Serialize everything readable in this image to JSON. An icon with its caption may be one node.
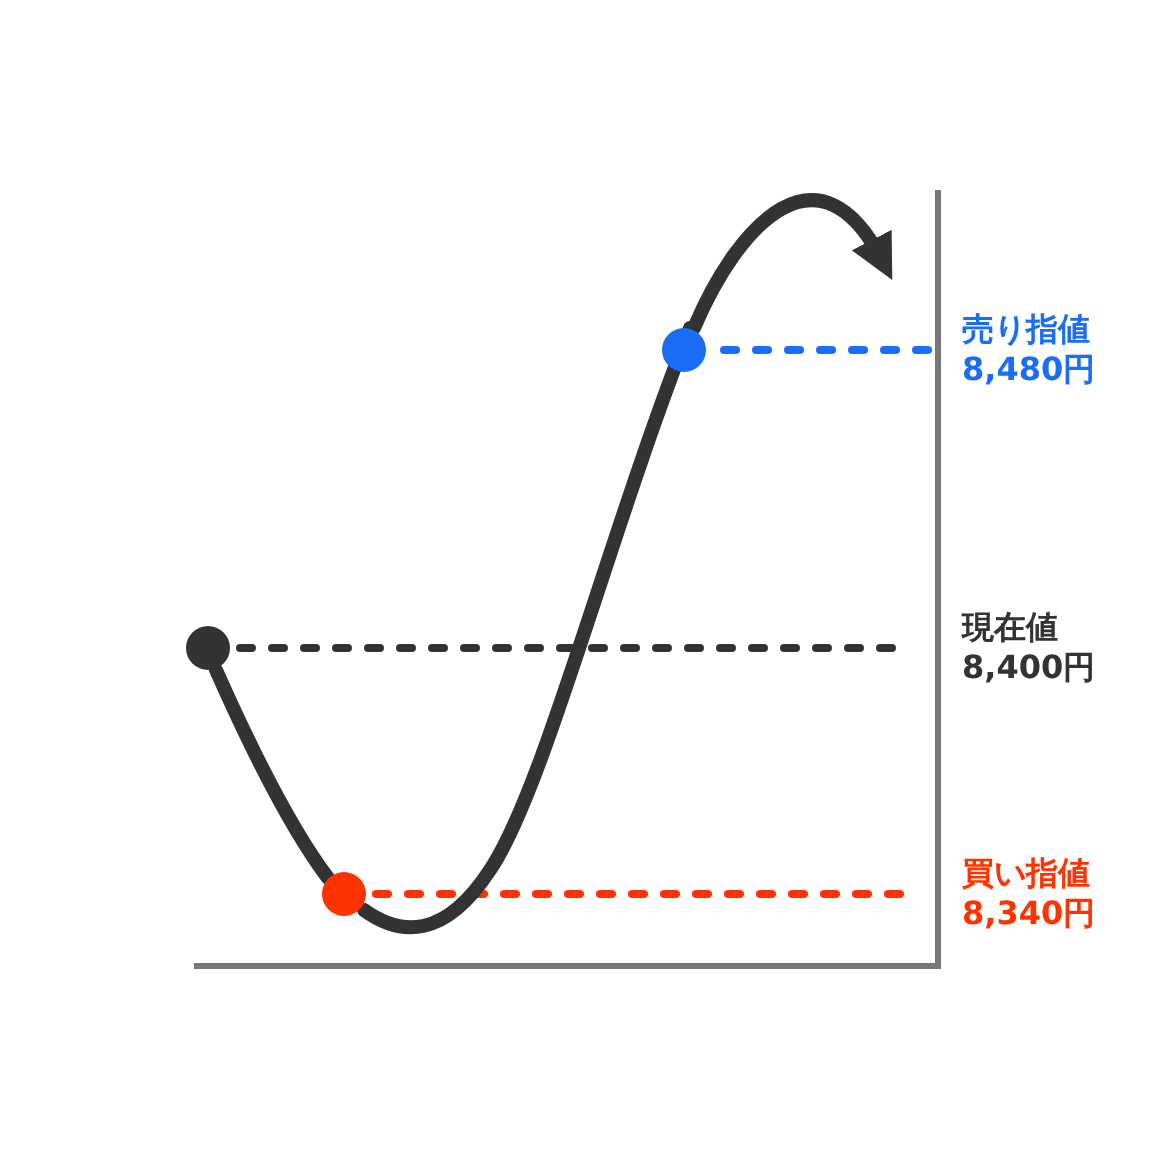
{
  "diagram": {
    "nodes": [
      {
        "text": [],
        "shape": "circle",
        "beside": [
          "現在値",
          "8,400円"
        ]
      },
      {
        "text": [],
        "shape": "circle",
        "beside": [
          "買い指値",
          "8,340円"
        ]
      },
      {
        "text": [],
        "shape": "circle",
        "beside": [
          "売り指値",
          "8,480円"
        ]
      }
    ],
    "edges": [
      {
        "from": 0,
        "to": 1,
        "arrow": "none"
      },
      {
        "from": 1,
        "to": 2,
        "arrow": "none"
      },
      {
        "from": 2,
        "to": null,
        "arrow": "to"
      }
    ]
  }
}
